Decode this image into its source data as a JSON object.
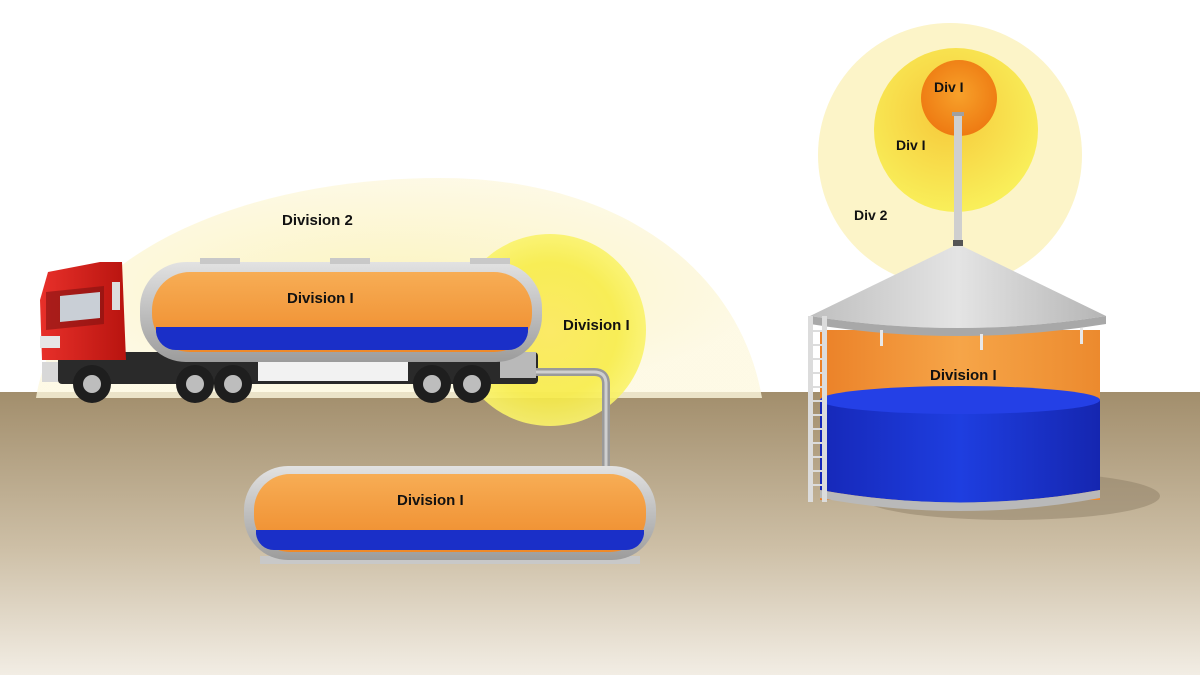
{
  "labels": {
    "truck_zone_outer": "Division 2",
    "truck_tank": "Division I",
    "truck_vent_zone": "Division I",
    "ground_tank": "Division I",
    "silo_interior": "Division I",
    "vent_core": "Div I",
    "vent_middle": "Div I",
    "vent_outer": "Div 2"
  },
  "colors": {
    "division_1_zone": "#f6ea3a",
    "division_2_zone": "#fbf3c6",
    "vent_core_zone": "#f08a1c",
    "vapor_space": "#f3a040",
    "liquid": "#1a2fc8",
    "truck_cab": "#d9201a",
    "ground": "#a59272"
  }
}
